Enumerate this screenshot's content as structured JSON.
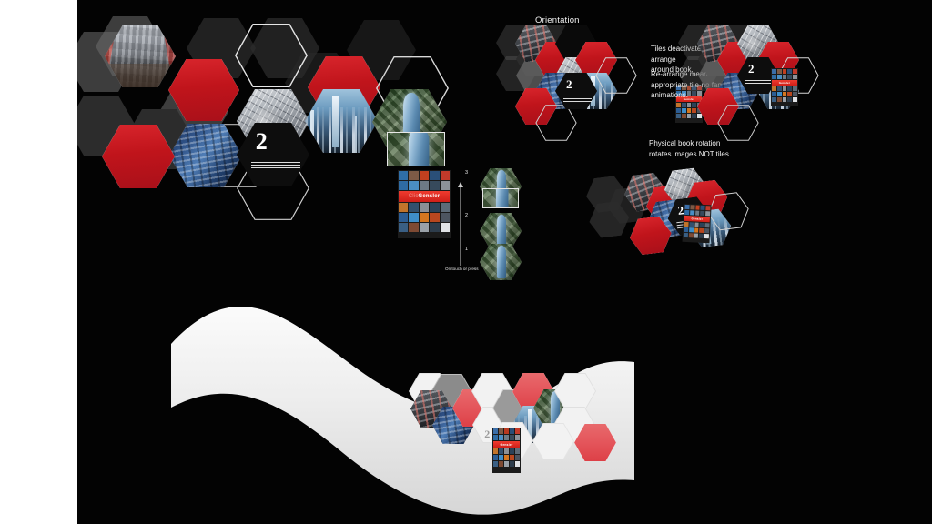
{
  "board": {
    "background_color": "#ffffff",
    "canvas_color": "#030303",
    "accent_red": "#c0141b",
    "accent_red_light": "#e4555b",
    "tile_stroke": "#e9e9e9"
  },
  "sections": {
    "orientation": {
      "title": "Orientation",
      "notes": [
        "Tiles deactivate and re-arrange\naround book.",
        "Re-arrange means flicker to\nappropriate tile-no fancy\nanimations."
      ]
    },
    "rotation": {
      "note": "Physical book rotation\nrotates images NOT tiles."
    },
    "touch_sequence": {
      "caption": "On touch or press",
      "steps": [
        "3",
        "2",
        "1"
      ]
    }
  },
  "book_tile": {
    "page_number": "2",
    "rule_count": 3
  },
  "device": {
    "brand_band": "Gensler",
    "brand_band_dim": "Clic",
    "rows_above": 2,
    "rows_below": 3,
    "columns": 5
  },
  "clusters": [
    {
      "id": "main-cluster",
      "label": "Main hexagon tile cluster"
    },
    {
      "id": "orientation-cluster-left",
      "label": "Orientation cluster left"
    },
    {
      "id": "orientation-cluster-right",
      "label": "Orientation cluster right"
    },
    {
      "id": "rotation-cluster",
      "label": "Rotated book cluster"
    },
    {
      "id": "ribbon-cluster",
      "label": "Ribbon hexagon cluster"
    }
  ],
  "tiles": {
    "photo_names": [
      "interior-atrium",
      "blue-glass-facade",
      "aerial-site-plan",
      "city-skyline",
      "tower-aerial",
      "urban-context"
    ]
  }
}
